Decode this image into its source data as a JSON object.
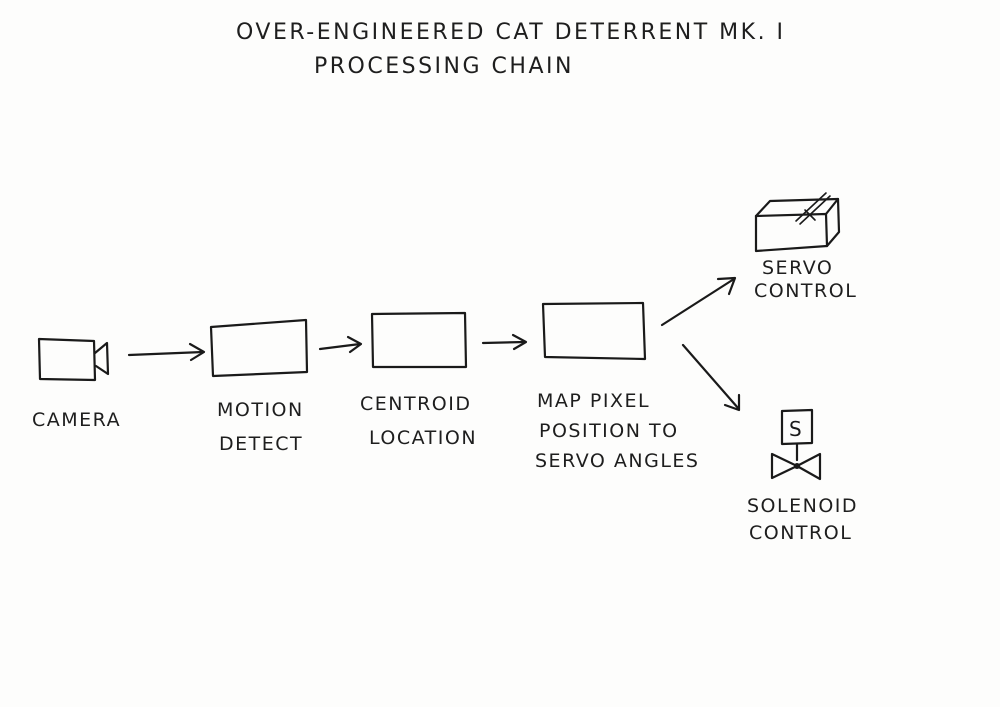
{
  "title": {
    "line1": "OVER-ENGINEERED CAT DETERRENT MK. I",
    "line2": "PROCESSING CHAIN"
  },
  "nodes": {
    "camera": {
      "label": "CAMERA",
      "icon": "video-camera-icon"
    },
    "motion_detect": {
      "line1": "MOTION",
      "line2": "DETECT"
    },
    "centroid_location": {
      "line1": "CENTROID",
      "line2": "LOCATION"
    },
    "map_pixel": {
      "line1": "MAP PIXEL",
      "line2": "POSITION TO",
      "line3": "SERVO ANGLES"
    },
    "servo_control": {
      "line1": "SERVO",
      "line2": "CONTROL",
      "icon": "servo-motor-icon"
    },
    "solenoid_control": {
      "line1": "SOLENOID",
      "line2": "CONTROL",
      "icon": "solenoid-valve-icon",
      "valve_letter": "S"
    }
  },
  "colors": {
    "ink": "#1a1a1a",
    "paper": "#fdfdfc"
  }
}
